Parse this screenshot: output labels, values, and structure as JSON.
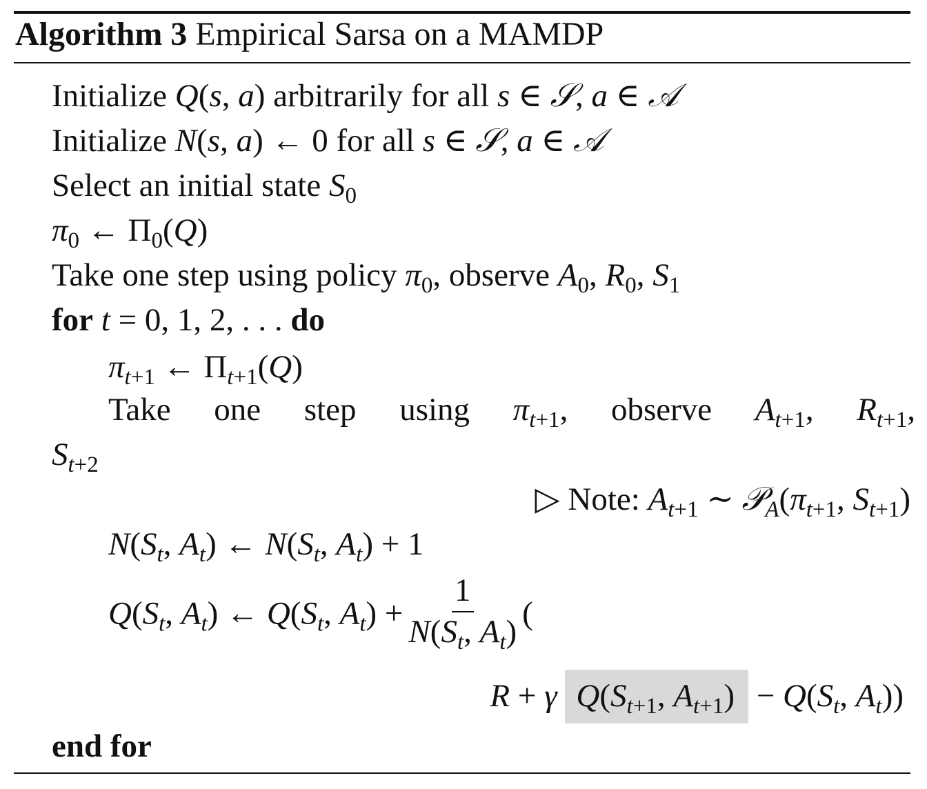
{
  "algorithm": {
    "label": "Algorithm 3",
    "title": "Empirical Sarsa on a MAMDP"
  },
  "lines": [
    {
      "id": "init-q",
      "segs": [
        [
          "r",
          "Initialize "
        ],
        [
          "i",
          "Q"
        ],
        [
          "r",
          "("
        ],
        [
          "i",
          "s"
        ],
        [
          "r",
          ", "
        ],
        [
          "i",
          "a"
        ],
        [
          "r",
          ") arbitrarily for all "
        ],
        [
          "i",
          "s"
        ],
        [
          "r",
          " ∈ "
        ],
        [
          "cal",
          "S"
        ],
        [
          "r",
          ", "
        ],
        [
          "i",
          "a"
        ],
        [
          "r",
          " ∈ "
        ],
        [
          "cal",
          "A"
        ]
      ]
    },
    {
      "id": "init-n",
      "segs": [
        [
          "r",
          "Initialize "
        ],
        [
          "i",
          "N"
        ],
        [
          "r",
          "("
        ],
        [
          "i",
          "s"
        ],
        [
          "r",
          ", "
        ],
        [
          "i",
          "a"
        ],
        [
          "r",
          ") ← 0 for all "
        ],
        [
          "i",
          "s"
        ],
        [
          "r",
          " ∈ "
        ],
        [
          "cal",
          "S"
        ],
        [
          "r",
          ", "
        ],
        [
          "i",
          "a"
        ],
        [
          "r",
          " ∈ "
        ],
        [
          "cal",
          "A"
        ]
      ]
    },
    {
      "id": "select-state",
      "segs": [
        [
          "r",
          "Select an initial state "
        ],
        [
          "i",
          "S"
        ],
        [
          "sub",
          "0"
        ]
      ]
    },
    {
      "id": "init-policy",
      "segs": [
        [
          "i",
          "π"
        ],
        [
          "sub",
          "0"
        ],
        [
          "r",
          " ← Π"
        ],
        [
          "sub",
          "0"
        ],
        [
          "r",
          "("
        ],
        [
          "i",
          "Q"
        ],
        [
          "r",
          ")"
        ]
      ]
    },
    {
      "id": "first-step",
      "segs": [
        [
          "r",
          "Take one step using policy "
        ],
        [
          "i",
          "π"
        ],
        [
          "sub",
          "0"
        ],
        [
          "r",
          ", observe "
        ],
        [
          "i",
          "A"
        ],
        [
          "sub",
          "0"
        ],
        [
          "r",
          ", "
        ],
        [
          "i",
          "R"
        ],
        [
          "sub",
          "0"
        ],
        [
          "r",
          ", "
        ],
        [
          "i",
          "S"
        ],
        [
          "sub",
          "1"
        ]
      ]
    },
    {
      "id": "for-loop",
      "segs": [
        [
          "b",
          "for"
        ],
        [
          "r",
          " "
        ],
        [
          "i",
          "t"
        ],
        [
          "r",
          " = 0, 1, 2, . . . "
        ],
        [
          "b",
          "do"
        ]
      ]
    },
    {
      "id": "update-policy",
      "segs": [
        [
          "i",
          "π"
        ],
        [
          "subi",
          "t"
        ],
        [
          "sub",
          "+1"
        ],
        [
          "r",
          " ← Π"
        ],
        [
          "subi",
          "t"
        ],
        [
          "sub",
          "+1"
        ],
        [
          "r",
          "("
        ],
        [
          "i",
          "Q"
        ],
        [
          "r",
          ")"
        ]
      ]
    },
    {
      "id": "take-step",
      "segs": [
        [
          "r",
          "Take one step using "
        ],
        [
          "i",
          "π"
        ],
        [
          "subi",
          "t"
        ],
        [
          "sub",
          "+1"
        ],
        [
          "r",
          ", observe "
        ],
        [
          "i",
          "A"
        ],
        [
          "subi",
          "t"
        ],
        [
          "sub",
          "+1"
        ],
        [
          "r",
          ", "
        ],
        [
          "i",
          "R"
        ],
        [
          "subi",
          "t"
        ],
        [
          "sub",
          "+1"
        ],
        [
          "r",
          ","
        ]
      ]
    },
    {
      "id": "take-step-cont",
      "segs": [
        [
          "i",
          "S"
        ],
        [
          "subi",
          "t"
        ],
        [
          "sub",
          "+2"
        ]
      ]
    },
    {
      "id": "note",
      "segs": [
        [
          "r",
          "▷ Note: "
        ],
        [
          "i",
          "A"
        ],
        [
          "subi",
          "t"
        ],
        [
          "sub",
          "+1"
        ],
        [
          "r",
          " ∼ "
        ],
        [
          "cal",
          "P"
        ],
        [
          "subi",
          "A"
        ],
        [
          "r",
          "("
        ],
        [
          "i",
          "π"
        ],
        [
          "subi",
          "t"
        ],
        [
          "sub",
          "+1"
        ],
        [
          "r",
          ", "
        ],
        [
          "i",
          "S"
        ],
        [
          "subi",
          "t"
        ],
        [
          "sub",
          "+1"
        ],
        [
          "r",
          ")"
        ]
      ]
    },
    {
      "id": "update-n",
      "segs": [
        [
          "i",
          "N"
        ],
        [
          "r",
          "("
        ],
        [
          "i",
          "S"
        ],
        [
          "subi",
          "t"
        ],
        [
          "r",
          ", "
        ],
        [
          "i",
          "A"
        ],
        [
          "subi",
          "t"
        ],
        [
          "r",
          ") ← "
        ],
        [
          "i",
          "N"
        ],
        [
          "r",
          "("
        ],
        [
          "i",
          "S"
        ],
        [
          "subi",
          "t"
        ],
        [
          "r",
          ", "
        ],
        [
          "i",
          "A"
        ],
        [
          "subi",
          "t"
        ],
        [
          "r",
          ") + 1"
        ]
      ]
    },
    {
      "id": "update-q",
      "segs": [
        [
          "i",
          "Q"
        ],
        [
          "r",
          "("
        ],
        [
          "i",
          "S"
        ],
        [
          "subi",
          "t"
        ],
        [
          "r",
          ", "
        ],
        [
          "i",
          "A"
        ],
        [
          "subi",
          "t"
        ],
        [
          "r",
          ") ← "
        ],
        [
          "i",
          "Q"
        ],
        [
          "r",
          "("
        ],
        [
          "i",
          "S"
        ],
        [
          "subi",
          "t"
        ],
        [
          "r",
          ", "
        ],
        [
          "i",
          "A"
        ],
        [
          "subi",
          "t"
        ],
        [
          "r",
          ") +"
        ],
        [
          "frac",
          {
            "num": [
              [
                "r",
                "1"
              ]
            ],
            "den": [
              [
                "i",
                "N"
              ],
              [
                "r",
                "("
              ],
              [
                "i",
                "S"
              ],
              [
                "subi",
                "t"
              ],
              [
                "r",
                ", "
              ],
              [
                "i",
                "A"
              ],
              [
                "subi",
                "t"
              ],
              [
                "r",
                ")"
              ]
            ]
          }
        ],
        [
          "r",
          "("
        ]
      ]
    },
    {
      "id": "update-q-cont",
      "segs": [
        [
          "i",
          "R"
        ],
        [
          "r",
          " + "
        ],
        [
          "i",
          "γ"
        ],
        [
          "r",
          " "
        ],
        [
          "hl",
          [
            [
              "i",
              "Q"
            ],
            [
              "r",
              "("
            ],
            [
              "i",
              "S"
            ],
            [
              "subi",
              "t"
            ],
            [
              "sub",
              "+1"
            ],
            [
              "r",
              ", "
            ],
            [
              "i",
              "A"
            ],
            [
              "subi",
              "t"
            ],
            [
              "sub",
              "+1"
            ],
            [
              "r",
              ")"
            ]
          ]
        ],
        [
          "r",
          "  − "
        ],
        [
          "i",
          "Q"
        ],
        [
          "r",
          "("
        ],
        [
          "i",
          "S"
        ],
        [
          "subi",
          "t"
        ],
        [
          "r",
          ", "
        ],
        [
          "i",
          "A"
        ],
        [
          "subi",
          "t"
        ],
        [
          "r",
          "))"
        ]
      ]
    },
    {
      "id": "end-for",
      "segs": [
        [
          "b",
          "end for"
        ]
      ]
    }
  ],
  "colors": {
    "highlight": "#d9d9d9",
    "text": "#111111"
  }
}
